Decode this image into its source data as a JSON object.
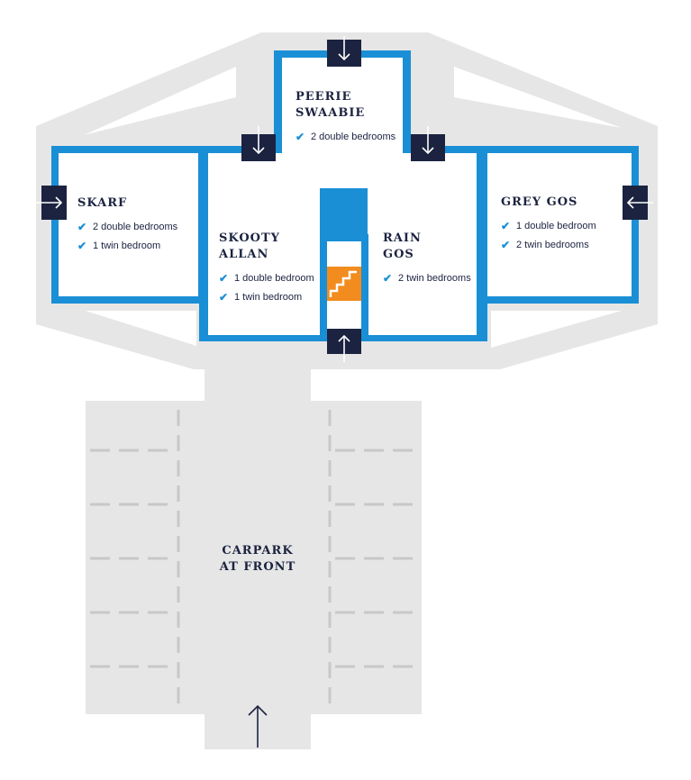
{
  "colors": {
    "path_grey": "#e6e6e6",
    "wall_blue": "#1a8fd6",
    "room_white": "#ffffff",
    "door_navy": "#1b2340",
    "stairs_orange": "#f28c1e",
    "check_blue": "#1a8fd6",
    "dash_grey": "#c8c8c8"
  },
  "units": [
    {
      "id": "peerie-swaabie",
      "name_lines": [
        "PEERIE",
        "SWAABIE"
      ],
      "features": [
        "2 double bedrooms"
      ]
    },
    {
      "id": "skarf",
      "name_lines": [
        "SKARF"
      ],
      "features": [
        "2 double bedrooms",
        "1 twin bedroom"
      ]
    },
    {
      "id": "skooty-allan",
      "name_lines": [
        "SKOOTY",
        "ALLAN"
      ],
      "features": [
        "1 double bedroom",
        "1 twin bedroom"
      ]
    },
    {
      "id": "rain-gos",
      "name_lines": [
        "RAIN",
        "GOS"
      ],
      "features": [
        "2 twin bedrooms"
      ]
    },
    {
      "id": "grey-gos",
      "name_lines": [
        "GREY GOS"
      ],
      "features": [
        "1 double bedroom",
        "2 twin bedrooms"
      ]
    }
  ],
  "carpark": {
    "name_lines": [
      "CARPARK",
      "AT FRONT"
    ]
  },
  "icons": {
    "check": "check-icon",
    "door": "door-arrow-icon",
    "stairs": "stairs-icon",
    "entrance": "entrance-arrow-icon"
  }
}
